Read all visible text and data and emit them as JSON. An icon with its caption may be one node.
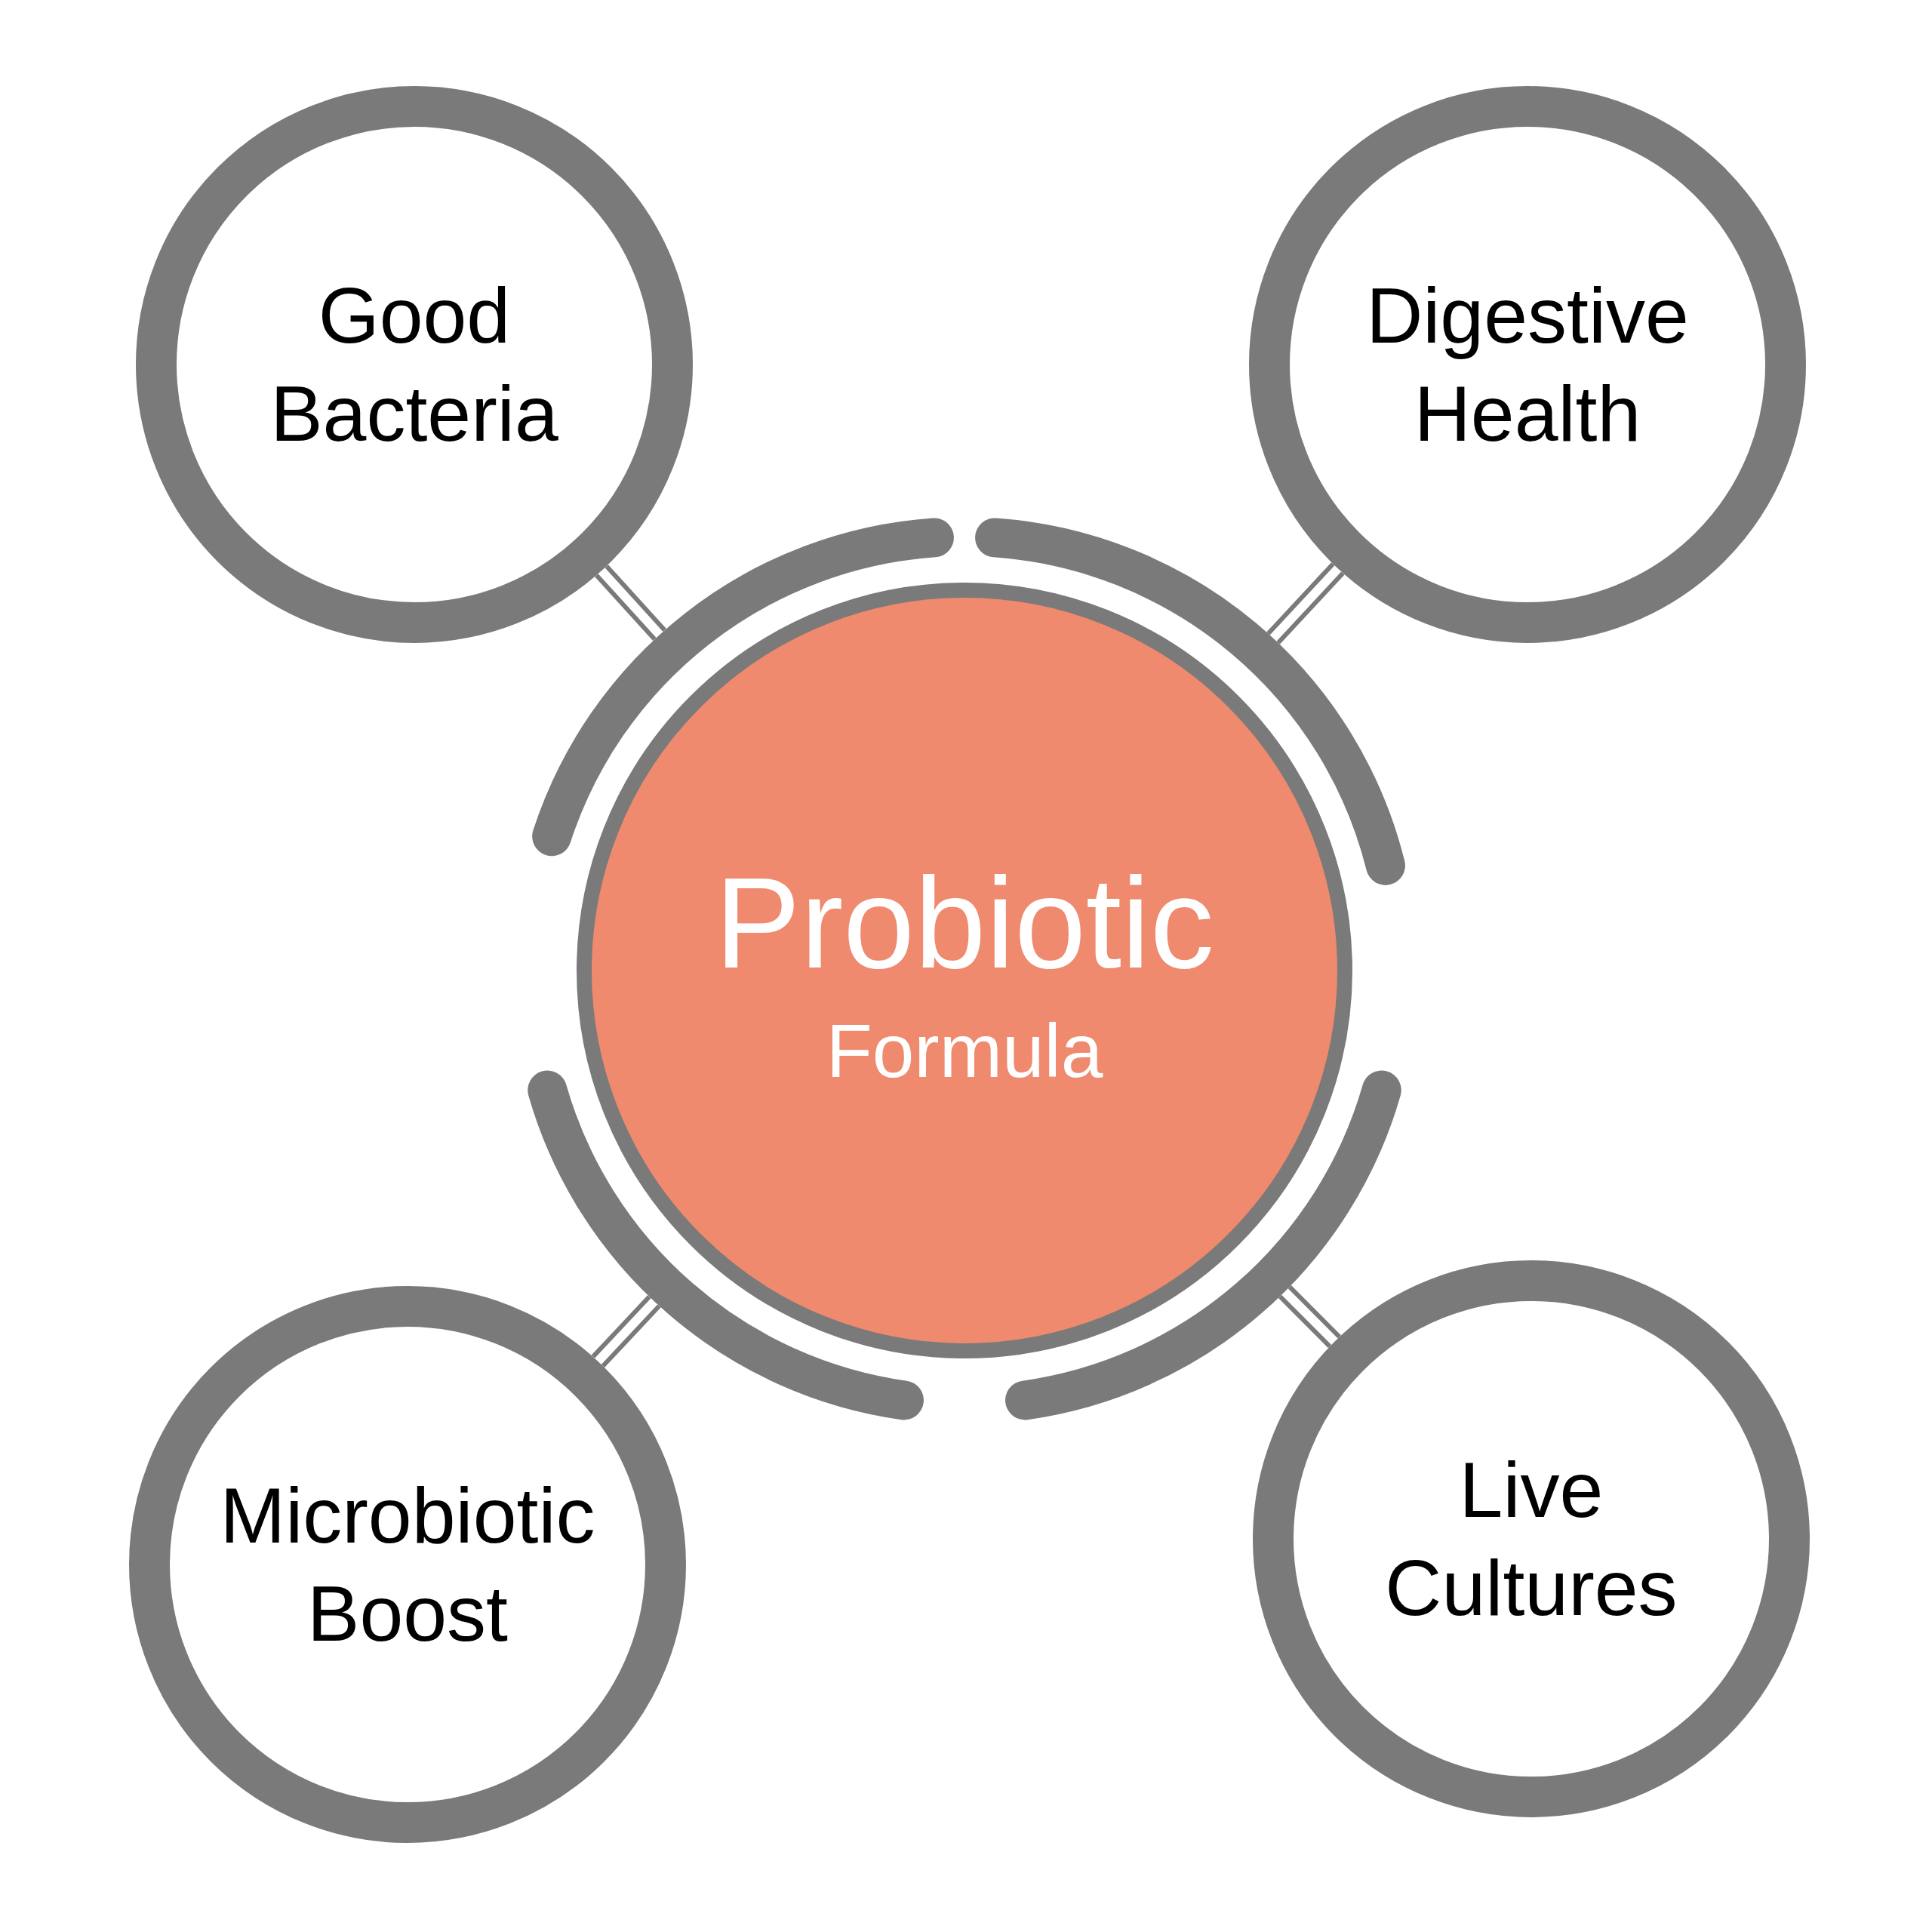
{
  "diagram": {
    "nodes": [
      {
        "text": [
          "Good Bacteria"
        ]
      },
      {
        "text": [
          "Digestive Health"
        ]
      },
      {
        "text": [
          "Probiotic",
          "Formula"
        ]
      },
      {
        "text": [
          "Microbiotic Boost"
        ]
      },
      {
        "text": [
          "Live Cultures"
        ]
      }
    ],
    "edges": [
      {
        "from": 2,
        "to": 0,
        "arrow": "none"
      },
      {
        "from": 2,
        "to": 1,
        "arrow": "none"
      },
      {
        "from": 2,
        "to": 3,
        "arrow": "none"
      },
      {
        "from": 2,
        "to": 4,
        "arrow": "none"
      }
    ]
  }
}
